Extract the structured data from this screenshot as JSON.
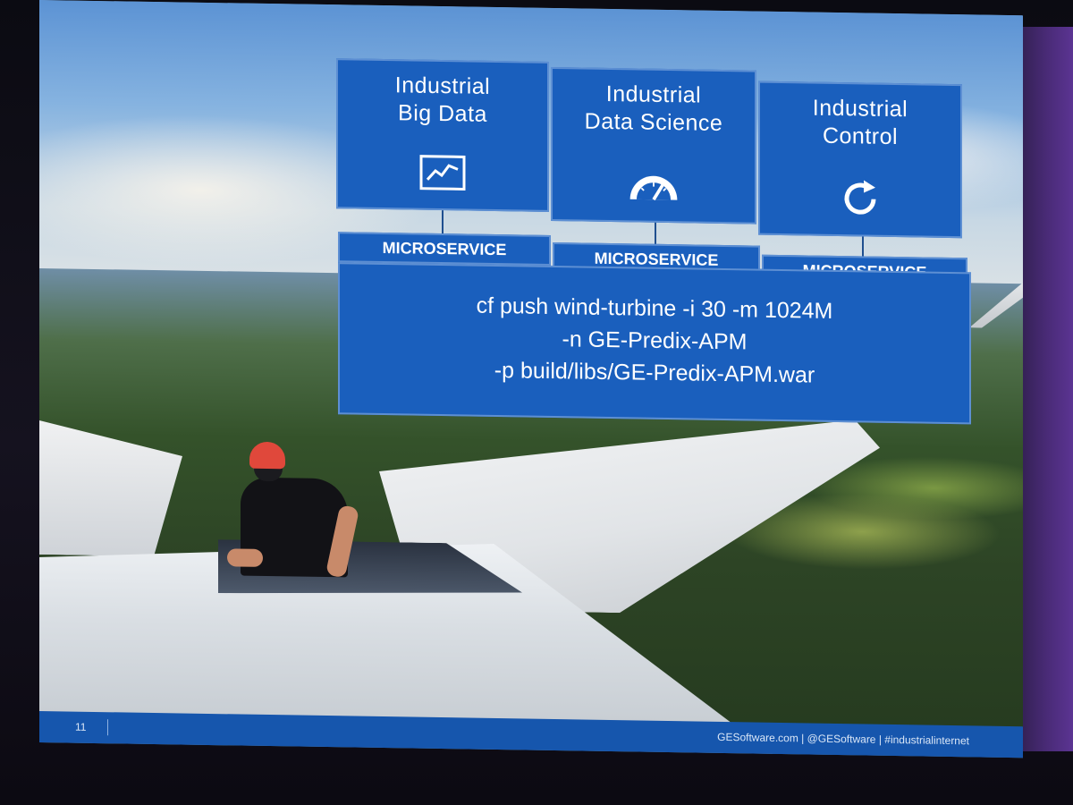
{
  "slide": {
    "tiles": [
      {
        "title": "Industrial\nBig Data",
        "icon": "line-chart-icon"
      },
      {
        "title": "Industrial\nData Science",
        "icon": "speedometer-icon"
      },
      {
        "title": "Industrial\nControl",
        "icon": "refresh-icon"
      }
    ],
    "microservices": [
      "MICROSERVICE",
      "MICROSERVICE",
      "MICROSERVICE"
    ],
    "command": {
      "line1": "cf push wind-turbine  -i 30 -m 1024M",
      "line2": "-n GE-Predix-APM",
      "line3": "-p build/libs/GE-Predix-APM.war"
    },
    "footer": {
      "page_number": "11",
      "links": "GESoftware.com | @GESoftware | #industrialinternet"
    }
  },
  "colors": {
    "tile_blue": "#1a5fbd",
    "tile_border": "#5d8fd3",
    "footer_blue": "#1656ad"
  }
}
